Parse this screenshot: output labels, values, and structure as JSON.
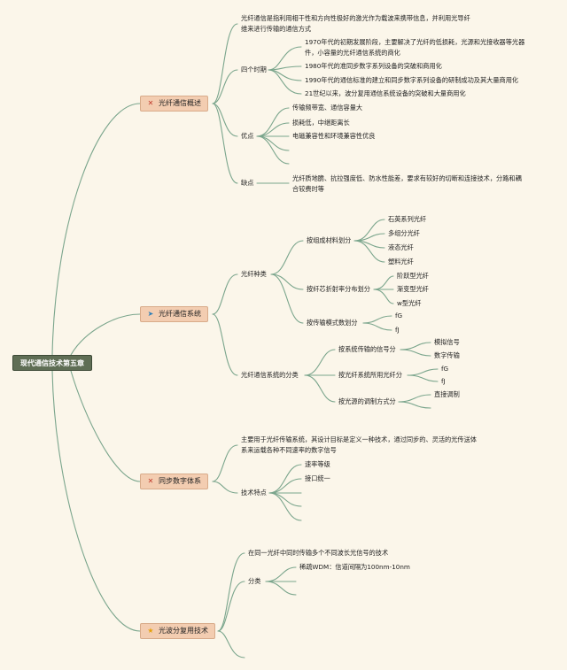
{
  "root": "现代通信技术第五章",
  "colors": {
    "line": "#7aa58c",
    "background": "#fbf6ea",
    "root_fill": "#5f6e55",
    "topic_fill": "#f3cdb1"
  },
  "topics": [
    {
      "label": "光纤通信概述",
      "icon": "tools-icon",
      "intro": "光纤通信是指利用相干性和方向性极好的激光作为载波来携带信息，并利用光导纤维来进行传输的通信方式",
      "periods": {
        "label": "四个时期",
        "items": [
          "1970年代的初期发展阶段，主要解决了光纤的低损耗，光源和光接收器等光器件，小容量的光纤通信系统的商化",
          "1980年代的准同步数字系列设备的突破和商用化",
          "1990年代的通信标准的建立和同步数字系列设备的研制成功及其大量商用化",
          "21世纪以来，波分复用通信系统设备的突破和大量商用化"
        ]
      },
      "advantages": {
        "label": "优点",
        "items": [
          "传输频带宽、通信容量大",
          "损耗低，中继距离长",
          "电磁兼容性和环境兼容性优良"
        ]
      },
      "disadvantages": {
        "label": "缺点",
        "text": "光纤质地脆、抗拉强度低、防水性能差，要求有较好的切断和连接技术，分路和耦合较费时等"
      }
    },
    {
      "label": "光纤通信系统",
      "icon": "paper-plane-icon",
      "fiber_types": {
        "label": "光纤种类",
        "groups": [
          {
            "label": "按组成材料划分",
            "items": [
              "石英系列光纤",
              "多组分光纤",
              "液态光纤",
              "塑料光纤"
            ]
          },
          {
            "label": "按纤芯折射率分布划分",
            "items": [
              "阶跃型光纤",
              "渐变型光纤",
              "w型光纤"
            ]
          },
          {
            "label": "按传输模式数划分",
            "items": [
              "fG",
              "fJ"
            ]
          }
        ]
      },
      "system_types": {
        "label": "光纤通信系统的分类",
        "groups": [
          {
            "label": "按系统传输的信号分",
            "items": [
              "模拟信号",
              "数字传输"
            ]
          },
          {
            "label": "按光纤系统所用光纤分",
            "items": [
              "fG",
              "fJ"
            ]
          },
          {
            "label": "按光源的调制方式分",
            "items": [
              "直接调制"
            ]
          }
        ]
      }
    },
    {
      "label": "同步数字体系",
      "icon": "tools-icon",
      "intro": "主要用于光纤传输系统，其设计目标是定义一种技术，通过同步的、灵活的光传送体系来运载各种不同速率的数字信号",
      "features": {
        "label": "技术特点",
        "items": [
          "速率等级",
          "接口统一"
        ]
      }
    },
    {
      "label": "光波分复用技术",
      "icon": "star-icon",
      "intro": "在同一光纤中同时传输多个不同波长光信号的技术",
      "classes": {
        "label": "分类",
        "items": [
          "稀疏WDM：信道间隔为100nm-10nm"
        ]
      }
    }
  ]
}
